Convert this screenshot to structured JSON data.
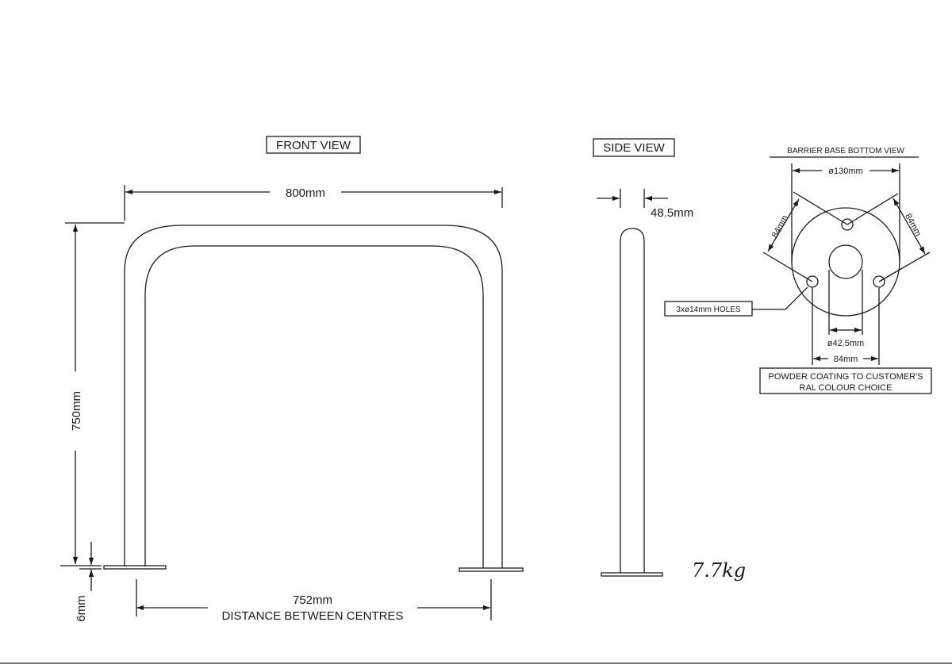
{
  "front_view": {
    "title": "FRONT VIEW",
    "width_dim": "800mm",
    "height_dim": "750mm",
    "plate_dim": "6mm",
    "centres_dim": "752mm",
    "centres_caption": "DISTANCE BETWEEN CENTRES"
  },
  "side_view": {
    "title": "SIDE VIEW",
    "tube_dim": "48.5mm"
  },
  "base_view": {
    "title": "BARRIER BASE BOTTOM VIEW",
    "diameter_dim": "ø130mm",
    "hole_spacing_left": "84mm",
    "hole_spacing_right": "84mm",
    "holes_label": "3xø14mm HOLES",
    "bore_dim": "ø42.5mm",
    "hole_spacing_bottom": "84mm",
    "finish_note_line1": "POWDER COATING TO CUSTOMER'S",
    "finish_note_line2": "RAL COLOUR CHOICE"
  },
  "weight_note": "7.7kg"
}
